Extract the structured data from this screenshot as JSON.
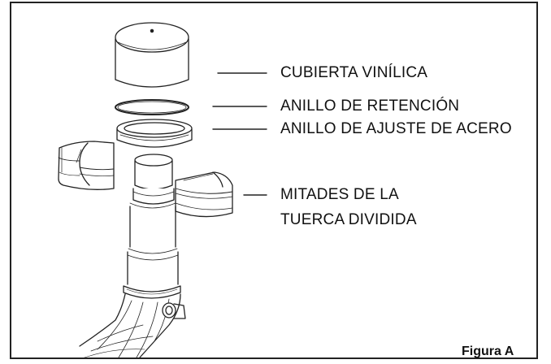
{
  "labels": {
    "vinyl_cover": "CUBIERTA VINÍLICA",
    "retaining_ring": "ANILLO DE RETENCIÓN",
    "steel_ring": "ANILLO DE AJUSTE DE ACERO",
    "split_nut_line1": "MITADES DE LA",
    "split_nut_line2": "TUERCA DIVIDIDA"
  },
  "caption": "Figura A",
  "colors": {
    "line": "#222222",
    "background": "#ffffff"
  }
}
